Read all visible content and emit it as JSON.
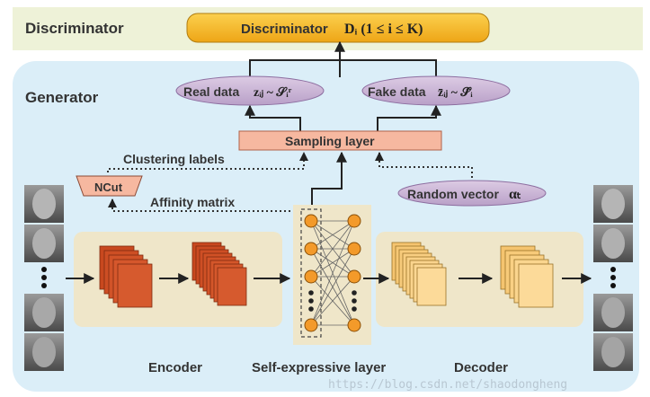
{
  "discriminator": {
    "section_title": "Discriminator",
    "box_label": "Discriminator",
    "box_math": "Dᵢ (1 ≤ i ≤ K)"
  },
  "generator": {
    "section_title": "Generator",
    "real_data_label": "Real data",
    "real_data_math": "zᵢⱼ ~ 𝒮ᵢʳ",
    "fake_data_label": "Fake data",
    "fake_data_math": "z̄ᵢⱼ ~ 𝒮̂ᵢ",
    "sampling_layer": "Sampling layer",
    "clustering_labels": "Clustering labels",
    "ncut": "NCut",
    "affinity_matrix": "Affinity matrix",
    "random_vector_label": "Random vector",
    "random_vector_math": "αₜ",
    "encoder": "Encoder",
    "self_expressive": "Self-expressive layer",
    "decoder": "Decoder"
  },
  "watermark": "https://blog.csdn.net/shaodongheng",
  "colors": {
    "discriminator_bg": "#eef2d8",
    "generator_bg": "#dbeef8",
    "disc_box": "#f3b31c",
    "oval": "#ccb8d6",
    "sampling": "#f6b8a0",
    "module_bg": "#efe6c9",
    "encoder_cube": "#d5552e",
    "decoder_cube": "#fbd89a",
    "node": "#f39a2a"
  }
}
